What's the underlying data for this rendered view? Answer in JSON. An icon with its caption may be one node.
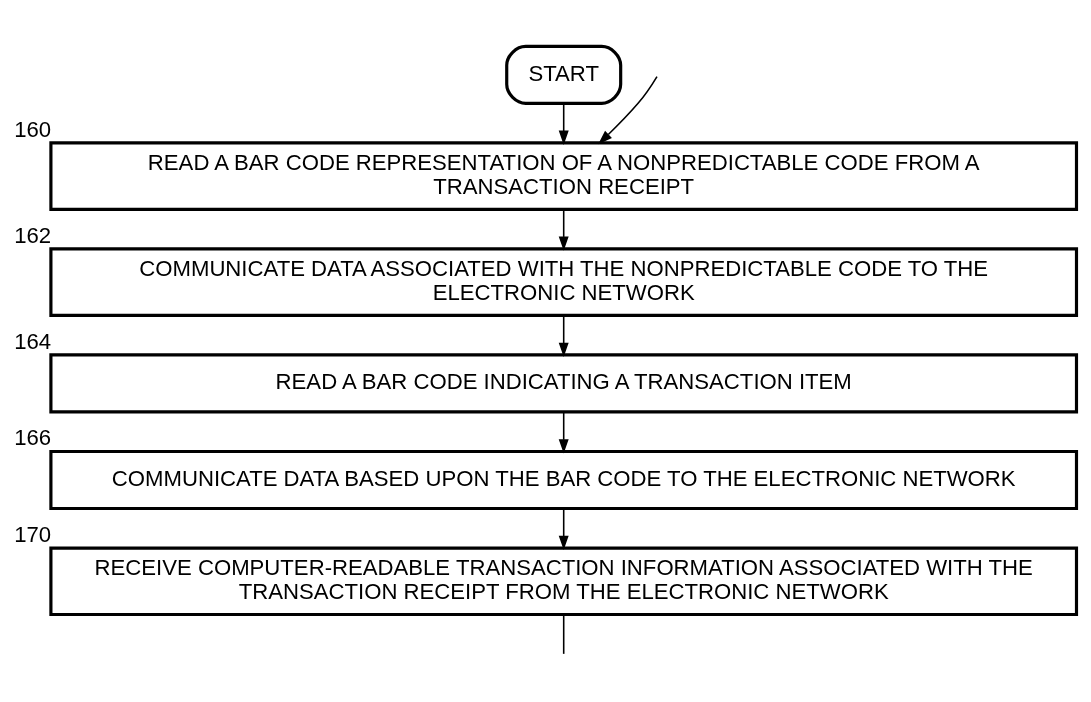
{
  "diagram": {
    "nodes": [
      {
        "text": [
          "START"
        ]
      },
      {
        "text": [
          "READ A BAR CODE REPRESENTATION OF A NONPREDICTABLE CODE FROM A TRANSACTION RECEIPT"
        ],
        "beside": [
          "160"
        ]
      },
      {
        "text": [
          "COMMUNICATE DATA ASSOCIATED WITH THE NONPREDICTABLE CODE TO THE ELECTRONIC NETWORK"
        ],
        "beside": [
          "162"
        ]
      },
      {
        "text": [
          "READ A BAR CODE INDICATING A TRANSACTION ITEM"
        ],
        "beside": [
          "164"
        ]
      },
      {
        "text": [
          "COMMUNICATE DATA BASED UPON THE BAR CODE TO THE ELECTRONIC NETWORK"
        ],
        "beside": [
          "166"
        ]
      },
      {
        "text": [
          "RECEIVE COMPUTER-READABLE TRANSACTION INFORMATION ASSOCIATED WITH THE TRANSACTION RECEIPT FROM THE ELECTRONIC NETWORK"
        ],
        "beside": [
          "170"
        ]
      }
    ],
    "edges": [
      {
        "from": 0,
        "to": 1,
        "arrow": "to"
      },
      {
        "from": null,
        "to": 1,
        "arrow": "to"
      },
      {
        "from": 1,
        "to": 2,
        "arrow": "to"
      },
      {
        "from": 2,
        "to": 3,
        "arrow": "to"
      },
      {
        "from": 3,
        "to": 4,
        "arrow": "to"
      },
      {
        "from": 4,
        "to": 5,
        "arrow": "to"
      },
      {
        "from": 5,
        "to": null,
        "arrow": "none"
      }
    ]
  }
}
